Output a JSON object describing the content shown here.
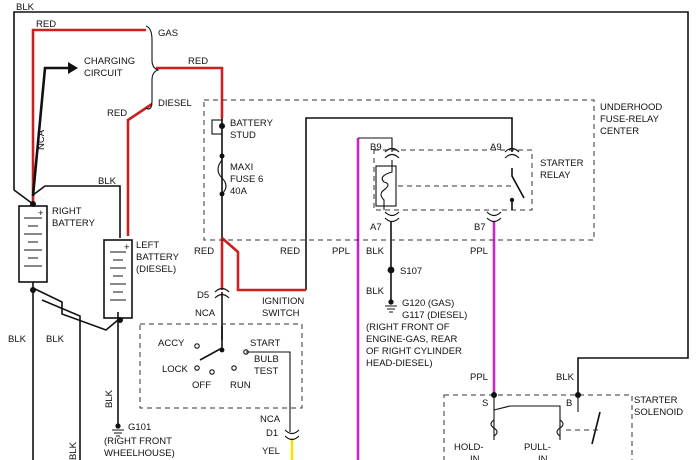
{
  "colors": {
    "red": "#cc1f1f",
    "ppl": "#c826c8",
    "yel": "#f2e600",
    "blk": "#111111"
  },
  "wires": {
    "blk_top": "BLK",
    "red_gas": "RED",
    "red_charging": "RED",
    "red_diesel": "RED",
    "nca_left": "NCA",
    "blk_left_batt": "BLK",
    "red_fuse": "RED",
    "red_switch": "RED",
    "ppl_left": "PPL",
    "blk_a7": "BLK",
    "ppl_b7": "PPL",
    "blk_s107": "BLK",
    "nca_d5": "NCA",
    "blk_bl1": "BLK",
    "blk_bl2": "BLK",
    "blk_bl3": "BLK",
    "blk_g101": "BLK",
    "nca_d1": "NCA",
    "yel_d1": "YEL",
    "ppl_solenoid": "PPL",
    "blk_solenoid": "BLK"
  },
  "labels": {
    "gas": "GAS",
    "diesel": "DIESEL",
    "charging_line1": "CHARGING",
    "charging_line2": "CIRCUIT",
    "right_battery_line1": "RIGHT",
    "right_battery_line2": "BATTERY",
    "left_battery_line1": "LEFT",
    "left_battery_line2": "BATTERY",
    "left_battery_line3": "(DIESEL)",
    "battery_stud_line1": "BATTERY",
    "battery_stud_line2": "STUD",
    "maxi_fuse_line1": "MAXI",
    "maxi_fuse_line2": "FUSE 6",
    "maxi_fuse_line3": "40A",
    "fuse_center_line1": "UNDERHOOD",
    "fuse_center_line2": "FUSE-RELAY",
    "fuse_center_line3": "CENTER",
    "starter_relay_line1": "STARTER",
    "starter_relay_line2": "RELAY",
    "starter_solenoid_line1": "STARTER",
    "starter_solenoid_line2": "SOLENOID",
    "ignition_switch_line1": "IGNITION",
    "ignition_switch_line2": "SWITCH",
    "sw_accy": "ACCY",
    "sw_lock": "LOCK",
    "sw_off": "OFF",
    "sw_run": "RUN",
    "sw_start": "START",
    "sw_bulb_line1": "BULB",
    "sw_bulb_line2": "TEST",
    "g120_line1": "G120 (GAS)",
    "g120_line2": "G117 (DIESEL)",
    "g120_line3": "(RIGHT FRONT OF",
    "g120_line4": "ENGINE-GAS, REAR",
    "g120_line5": "OF RIGHT CYLINDER",
    "g120_line6": "HEAD-DIESEL)",
    "g101": "G101",
    "g101_line2": "(RIGHT FRONT",
    "g101_line3": "WHEELHOUSE)",
    "hold_in": "HOLD-",
    "hold_in_2": "IN",
    "pull_in": "PULL-",
    "pull_in_2": "IN",
    "plus": "+",
    "minus": "−"
  },
  "connectors": {
    "b9": "B9",
    "a9": "A9",
    "a7": "A7",
    "b7": "B7",
    "d5": "D5",
    "d1": "D1",
    "s107": "S107",
    "sol_s": "S",
    "sol_b": "B"
  }
}
